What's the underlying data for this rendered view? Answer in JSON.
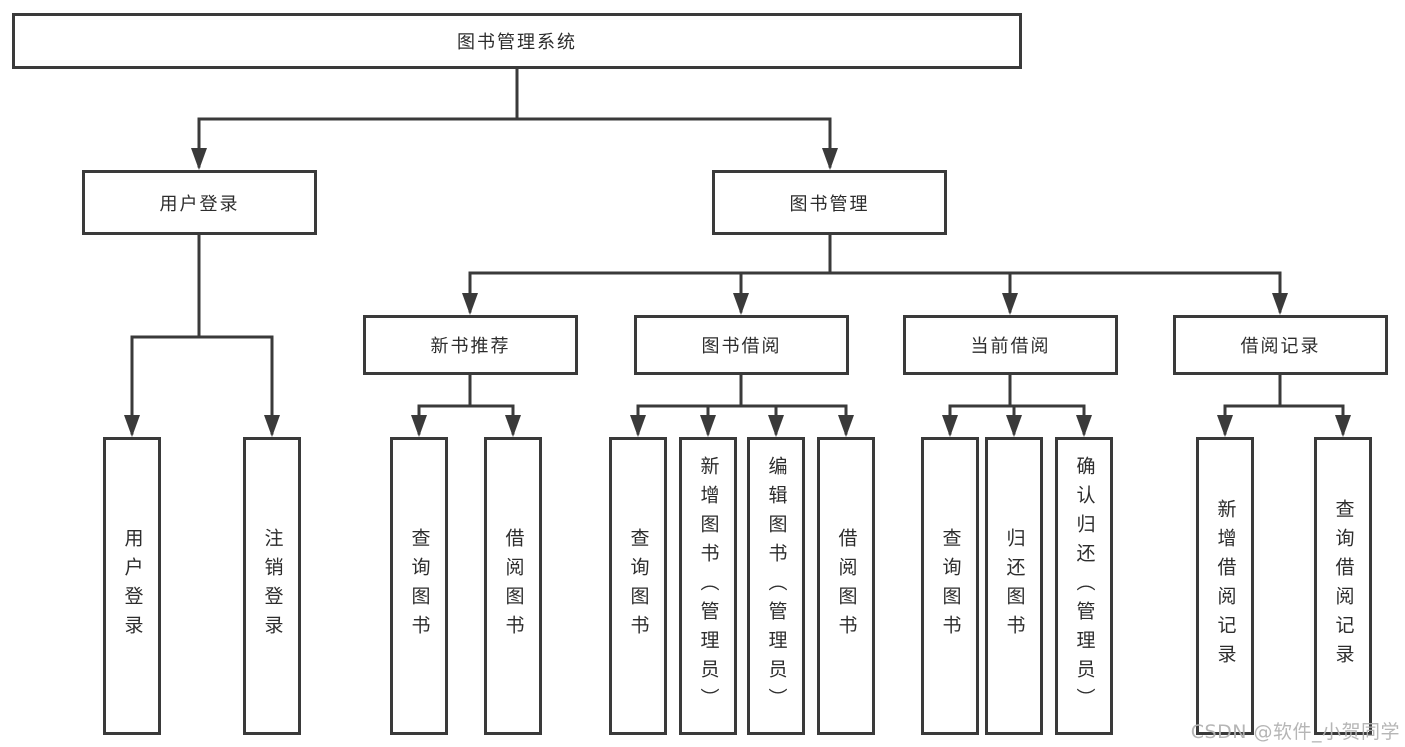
{
  "watermark": "CSDN @软件_小贺同学",
  "colors": {
    "line": "#3a3a3a",
    "text": "#2d2d2d",
    "watermark": "#b2b2b2"
  },
  "tree": {
    "label": "图书管理系统",
    "children": [
      {
        "label": "用户登录",
        "children": [
          {
            "label": "用户登录"
          },
          {
            "label": "注销登录"
          }
        ]
      },
      {
        "label": "图书管理",
        "children": [
          {
            "label": "新书推荐",
            "children": [
              {
                "label": "查询图书"
              },
              {
                "label": "借阅图书"
              }
            ]
          },
          {
            "label": "图书借阅",
            "children": [
              {
                "label": "查询图书"
              },
              {
                "label": "新增图书（管理员）"
              },
              {
                "label": "编辑图书（管理员）"
              },
              {
                "label": "借阅图书"
              }
            ]
          },
          {
            "label": "当前借阅",
            "children": [
              {
                "label": "查询图书"
              },
              {
                "label": "归还图书"
              },
              {
                "label": "确认归还（管理员）"
              }
            ]
          },
          {
            "label": "借阅记录",
            "children": [
              {
                "label": "新增借阅记录"
              },
              {
                "label": "查询借阅记录"
              }
            ]
          }
        ]
      }
    ]
  }
}
